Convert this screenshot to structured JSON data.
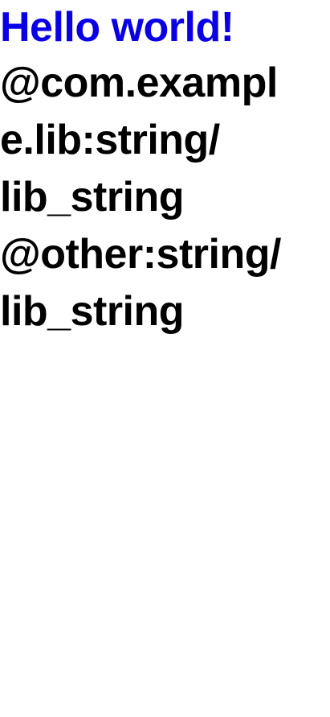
{
  "colors": {
    "hello_text": "#0a00e6",
    "resource_text": "#000000",
    "background": "#ffffff"
  },
  "content": {
    "hello": "Hello world!",
    "lines": [
      "@com.exampl",
      "e.lib:string/",
      "lib_string",
      "@other:string/",
      "lib_string"
    ]
  }
}
